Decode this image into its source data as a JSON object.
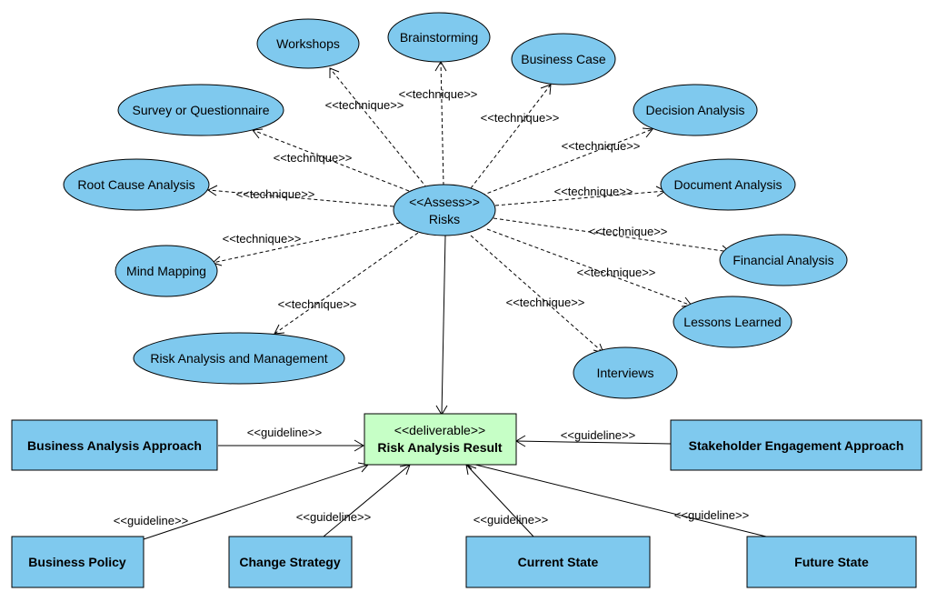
{
  "diagram": {
    "center": {
      "stereotype": "<<Assess>>",
      "name": "Risks"
    },
    "deliverable": {
      "stereotype": "<<deliverable>>",
      "name": "Risk Analysis Result"
    },
    "techniques": [
      {
        "name": "Workshops",
        "edge_label": "<<technique>>"
      },
      {
        "name": "Brainstorming",
        "edge_label": "<<technique>>"
      },
      {
        "name": "Business Case",
        "edge_label": "<<technique>>"
      },
      {
        "name": "Survey or Questionnaire",
        "edge_label": "<<technique>>"
      },
      {
        "name": "Decision Analysis",
        "edge_label": "<<technique>>"
      },
      {
        "name": "Root Cause Analysis",
        "edge_label": "<<technique>>"
      },
      {
        "name": "Document Analysis",
        "edge_label": "<<technique>>"
      },
      {
        "name": "Mind Mapping",
        "edge_label": "<<technique>>"
      },
      {
        "name": "Financial Analysis",
        "edge_label": "<<technique>>"
      },
      {
        "name": "Lessons Learned",
        "edge_label": "<<technique>>"
      },
      {
        "name": "Risk Analysis and Management",
        "edge_label": "<<technique>>"
      },
      {
        "name": "Interviews",
        "edge_label": "<<technique>>"
      }
    ],
    "guidelines": [
      {
        "name": "Business Analysis Approach",
        "edge_label": "<<guideline>>"
      },
      {
        "name": "Stakeholder Engagement Approach",
        "edge_label": "<<guideline>>"
      },
      {
        "name": "Business Policy",
        "edge_label": "<<guideline>>"
      },
      {
        "name": "Change Strategy",
        "edge_label": "<<guideline>>"
      },
      {
        "name": "Current State",
        "edge_label": "<<guideline>>"
      },
      {
        "name": "Future State",
        "edge_label": "<<guideline>>"
      }
    ],
    "colors": {
      "node_fill": "#7fc9ee",
      "deliverable_fill": "#c6ffc6",
      "stroke": "#000000"
    }
  }
}
